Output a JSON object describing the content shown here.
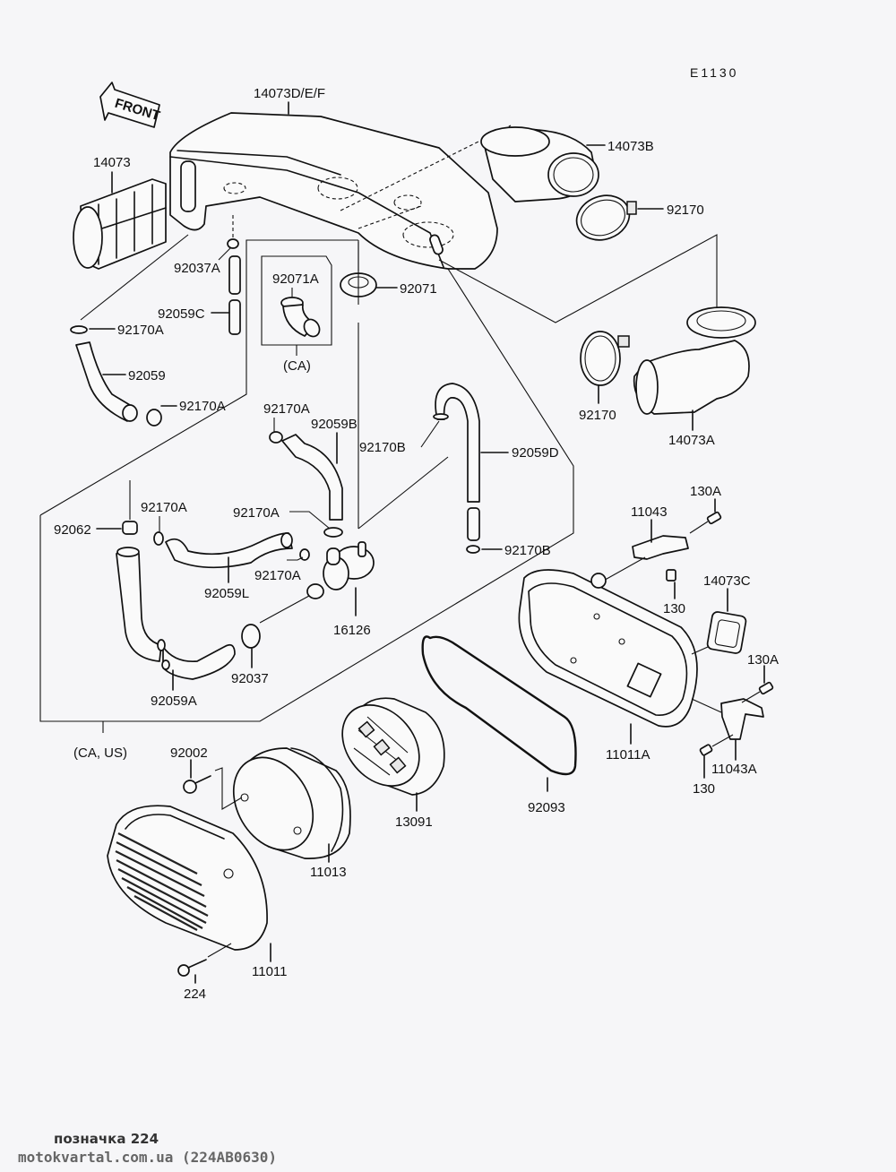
{
  "diagram": {
    "title_code": "E1130",
    "front_arrow": "FRONT",
    "parts": [
      {
        "id": "14073D/E/F",
        "name": "air-duct-housing"
      },
      {
        "id": "14073",
        "name": "intake-duct"
      },
      {
        "id": "14073B",
        "name": "duct-elbow-upper"
      },
      {
        "id": "92170",
        "name": "hose-clamp-upper"
      },
      {
        "id": "92037A",
        "name": "clamp"
      },
      {
        "id": "92059C",
        "name": "hose-short"
      },
      {
        "id": "92071A",
        "name": "elbow-fitting-ca"
      },
      {
        "id": "92071",
        "name": "grommet"
      },
      {
        "id": "(CA)",
        "name": "ca-model-note"
      },
      {
        "id": "92170A",
        "name": "clamp-a"
      },
      {
        "id": "92059",
        "name": "breather-hose"
      },
      {
        "id": "92170",
        "name": "hose-clamp-lower"
      },
      {
        "id": "14073A",
        "name": "duct-elbow-lower"
      },
      {
        "id": "92059B",
        "name": "hose-b"
      },
      {
        "id": "92170B",
        "name": "clamp-b"
      },
      {
        "id": "92059D",
        "name": "hose-d"
      },
      {
        "id": "92062",
        "name": "cap"
      },
      {
        "id": "92059L",
        "name": "hose-l"
      },
      {
        "id": "16126",
        "name": "vacuum-valve"
      },
      {
        "id": "92037",
        "name": "clamp"
      },
      {
        "id": "92059A",
        "name": "hose-a"
      },
      {
        "id": "(CA, US)",
        "name": "ca-us-model-note"
      },
      {
        "id": "11043",
        "name": "bracket"
      },
      {
        "id": "130A",
        "name": "bolt-a"
      },
      {
        "id": "130",
        "name": "bolt"
      },
      {
        "id": "14073C",
        "name": "duct-seal"
      },
      {
        "id": "11011A",
        "name": "air-cleaner-case"
      },
      {
        "id": "11043A",
        "name": "bracket-a"
      },
      {
        "id": "92093",
        "name": "gasket-seal"
      },
      {
        "id": "13091",
        "name": "filter-holder"
      },
      {
        "id": "11013",
        "name": "air-filter-element"
      },
      {
        "id": "92002",
        "name": "screw"
      },
      {
        "id": "11011",
        "name": "air-cleaner-cover"
      },
      {
        "id": "224",
        "name": "cover-bolt"
      }
    ]
  },
  "footer": {
    "caption": "позначка 224",
    "site": "motokvartal.com.ua (224AB0630)"
  }
}
